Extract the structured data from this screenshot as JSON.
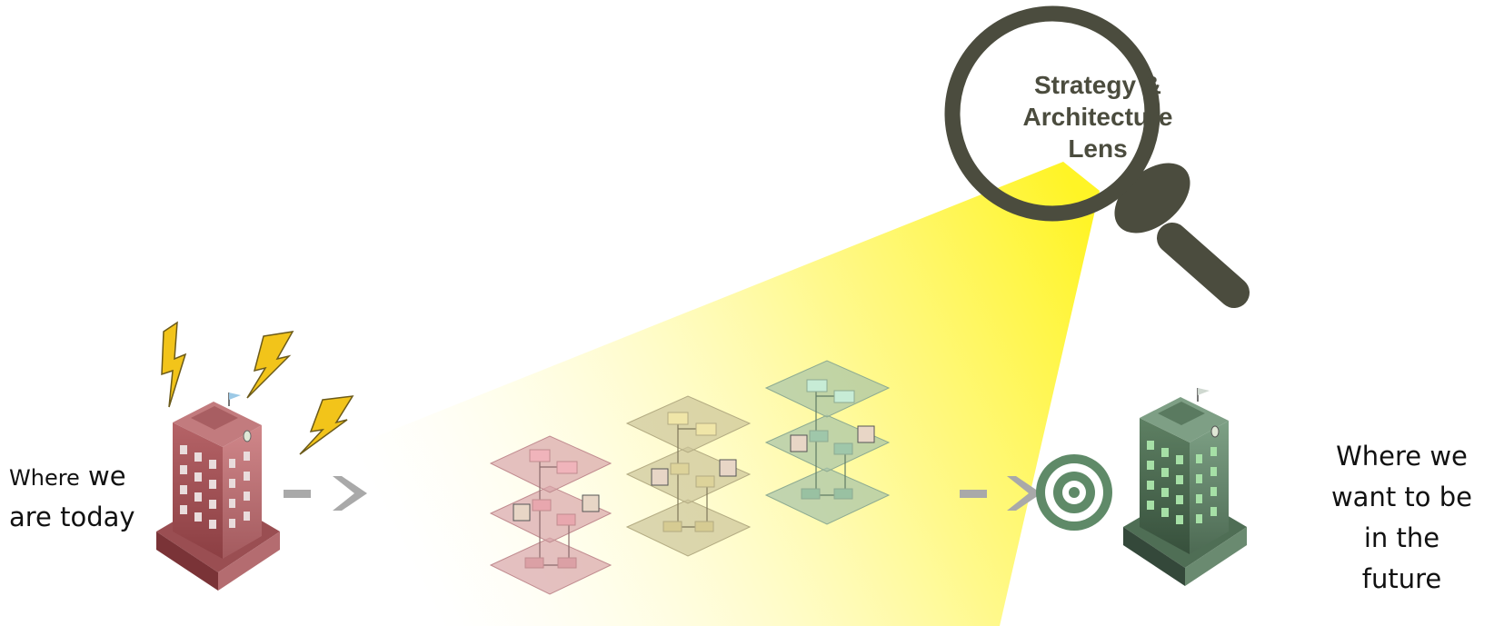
{
  "left_label": {
    "prefix": "Where",
    "suffix": "we",
    "line2": "are today"
  },
  "right_label": {
    "line1": "Where we",
    "line2": "want to be",
    "line3": "in the",
    "line4": "future"
  },
  "lens": {
    "line1": "Strategy &",
    "line2": "Architecture",
    "line3": "Lens"
  },
  "colors": {
    "lens": "#4b4c3e",
    "current_building": "#a2565a",
    "future_building": "#4f6e55",
    "lightning": "#f2c41a",
    "spotlight": "#fff76a",
    "arrow": "#a9a9a9",
    "target": "#5f8a68",
    "stack_red": "#d9a5a9",
    "stack_olive": "#ccc49a",
    "stack_green": "#a7c3aa"
  }
}
